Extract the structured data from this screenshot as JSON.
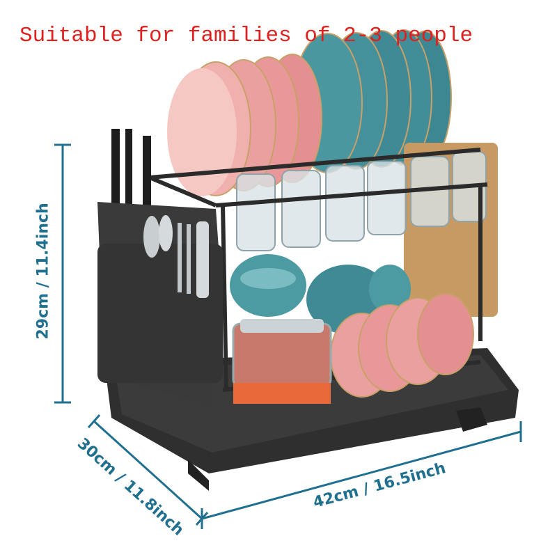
{
  "headline": "Suitable for families of 2-3 people",
  "dimensions": {
    "height": "29cm / 11.4inch",
    "depth": "30cm / 11.8inch",
    "width": "42cm / 16.5inch"
  },
  "colors": {
    "headline": "#e0201f",
    "dimension": "#1f6f8f",
    "rack": "#2b2b2b",
    "pink_plate": "#e9a0a0",
    "teal_plate": "#3f8a94"
  }
}
